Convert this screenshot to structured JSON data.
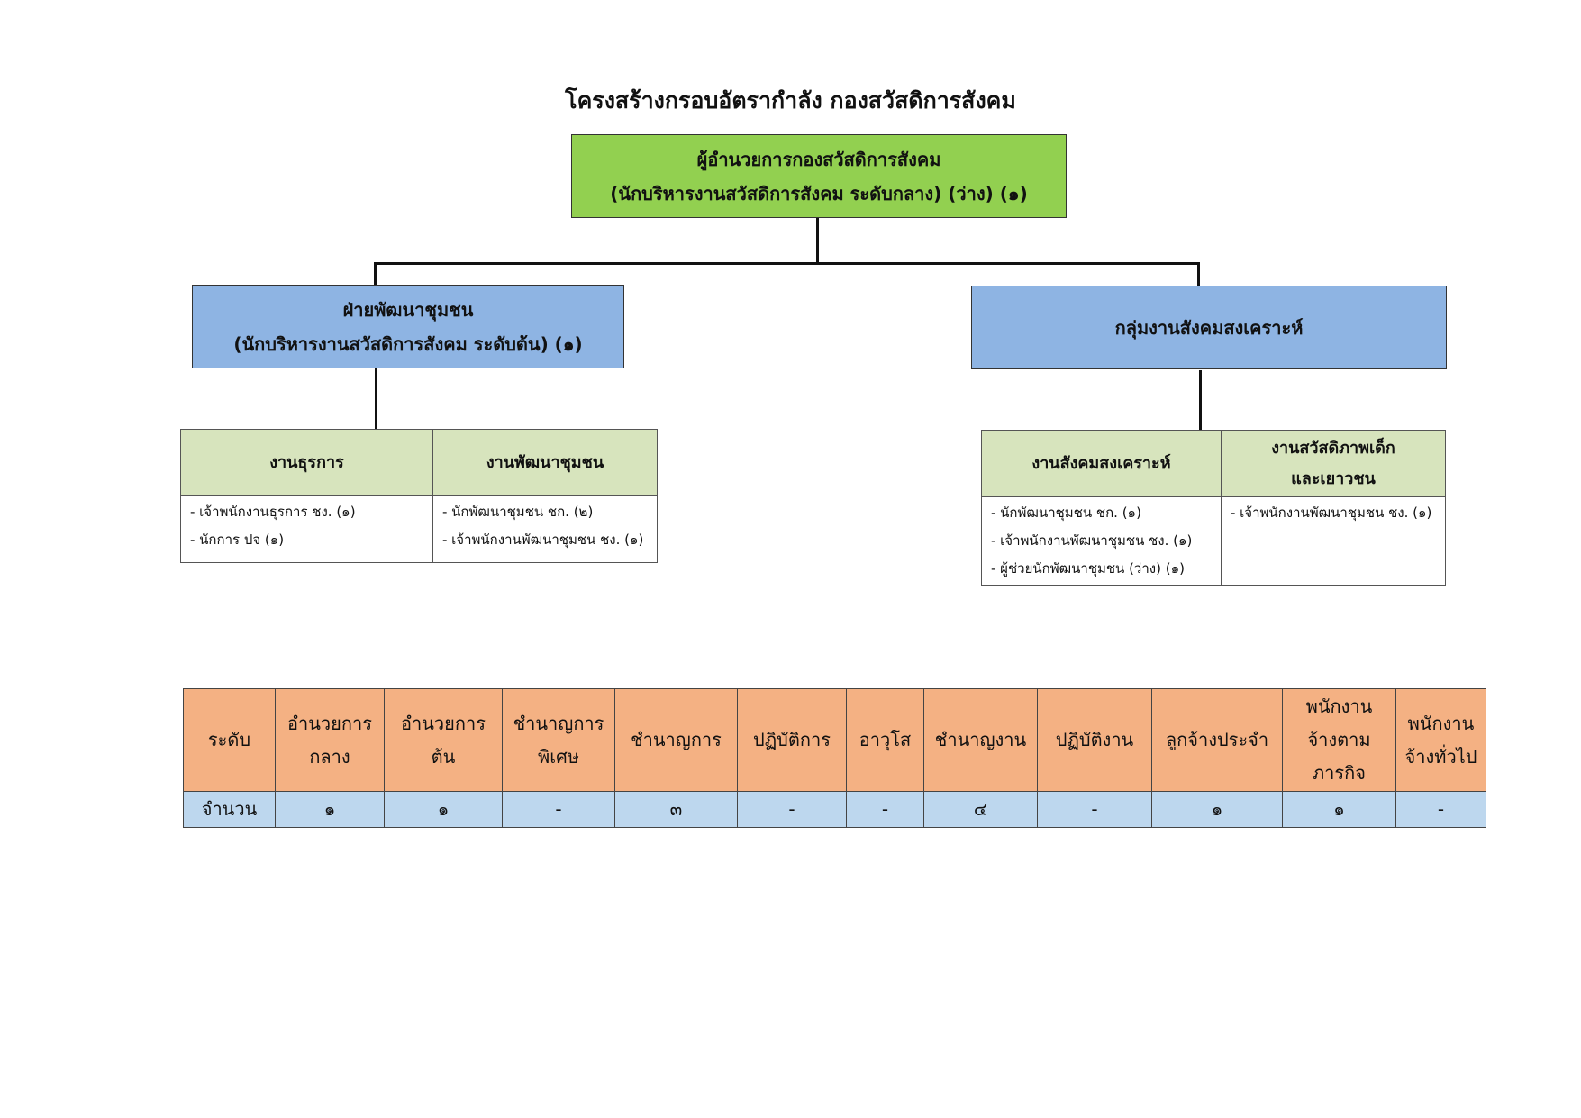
{
  "title": "โครงสร้างกรอบอัตรากำลัง กองสวัสดิการสังคม",
  "director": {
    "line1": "ผู้อำนวยการกองสวัสดิการสังคม",
    "line2": "(นักบริหารงานสวัสดิการสังคม ระดับกลาง) (ว่าง) (๑)"
  },
  "left_unit": {
    "line1": "ฝ่ายพัฒนาชุมชน",
    "line2": "(นักบริหารงานสวัสดิการสังคม ระดับต้น) (๑)",
    "sections": [
      {
        "name": "งานธุรการ",
        "staff": [
          "- เจ้าพนักงานธุรการ ชง. (๑)",
          "- นักการ ปจ (๑)"
        ]
      },
      {
        "name": "งานพัฒนาชุมชน",
        "staff": [
          "- นักพัฒนาชุมชน ชก. (๒)",
          "- เจ้าพนักงานพัฒนาชุมชน ชง. (๑)"
        ]
      }
    ]
  },
  "right_unit": {
    "line1": "กลุ่มงานสังคมสงเคราะห์",
    "sections": [
      {
        "name": "งานสังคมสงเคราะห์",
        "staff": [
          "- นักพัฒนาชุมชน ชก. (๑)",
          "- เจ้าพนักงานพัฒนาชุมชน ชง. (๑)",
          "- ผู้ช่วยนักพัฒนาชุมชน (ว่าง) (๑)"
        ]
      },
      {
        "name_line1": "งานสวัสดิภาพเด็ก",
        "name_line2": "และเยาวชน",
        "staff": [
          "- เจ้าพนักงานพัฒนาชุมชน ชง. (๑)"
        ]
      }
    ]
  },
  "levels_table": {
    "row_label": "ระดับ",
    "count_label": "จำนวน",
    "columns": [
      {
        "label": [
          "อำนวยการ",
          "กลาง"
        ],
        "count": "๑"
      },
      {
        "label": [
          "อำนวยการ",
          "ต้น"
        ],
        "count": "๑"
      },
      {
        "label": [
          "ชำนาญการ",
          "พิเศษ"
        ],
        "count": "-"
      },
      {
        "label": [
          "ชำนาญการ"
        ],
        "count": "๓"
      },
      {
        "label": [
          "ปฏิบัติการ"
        ],
        "count": "-"
      },
      {
        "label": [
          "อาวุโส"
        ],
        "count": "-"
      },
      {
        "label": [
          "ชำนาญงาน"
        ],
        "count": "๔"
      },
      {
        "label": [
          "ปฏิบัติงาน"
        ],
        "count": "-"
      },
      {
        "label": [
          "ลูกจ้างประจำ"
        ],
        "count": "๑"
      },
      {
        "label": [
          "พนักงาน",
          "จ้างตาม",
          "ภารกิจ"
        ],
        "count": "๑"
      },
      {
        "label": [
          "พนักงาน",
          "จ้างทั่วไป"
        ],
        "count": "-"
      }
    ]
  },
  "colors": {
    "director": "#92d050",
    "units": "#8eb4e3",
    "sections": "#d7e4bd",
    "level_header": "#f4b183",
    "level_row": "#bdd7ee"
  }
}
